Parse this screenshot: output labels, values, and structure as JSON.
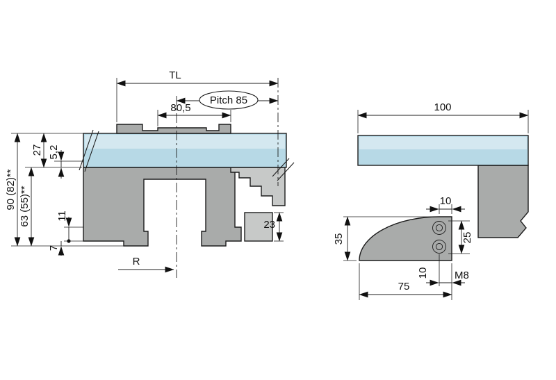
{
  "colors": {
    "plate_blue": "#b7d9e6",
    "body_gray": "#a9abaa",
    "body_gray_light": "#c7c9c8",
    "brass": "#c39b40",
    "brass_light": "#ecdfba",
    "white": "#ffffff"
  },
  "left_view": {
    "dim_tl": "TL",
    "dim_pitch": "Pitch 85",
    "dim_top_width": "80,5",
    "dim_plate_thickness": "27",
    "dim_step": "5,2",
    "dim_total_height": "90 (82)**",
    "dim_lower_height": "63 (55)**",
    "dim_foot": "11",
    "dim_base_lip": "7",
    "dim_axis_label": "R",
    "dim_block_height": "23"
  },
  "right_view": {
    "dim_width": "100",
    "dim_top_width": "10",
    "dim_wedge_height": "35",
    "dim_bolt_span": "25",
    "dim_hole_offset": "10",
    "thread_label": "M8",
    "dim_base_length": "75"
  }
}
